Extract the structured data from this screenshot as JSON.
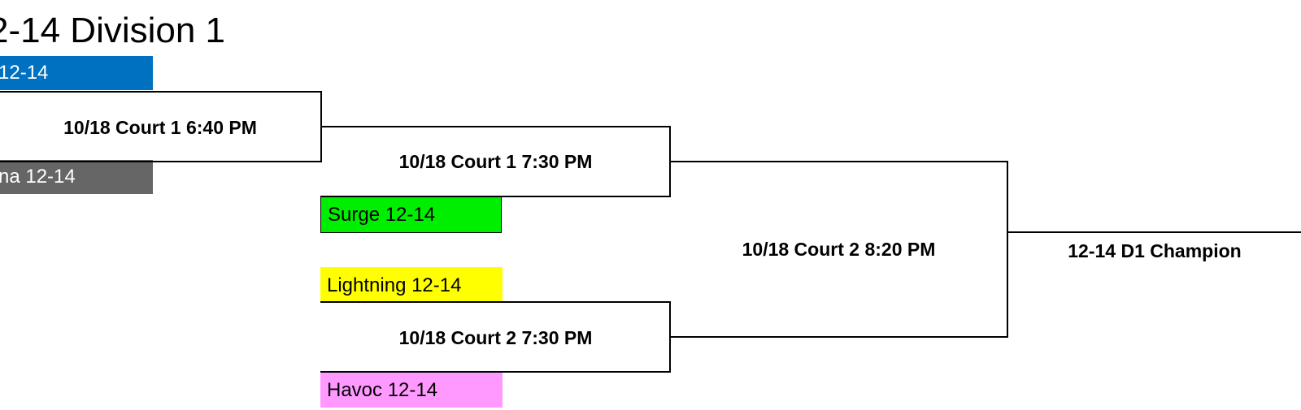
{
  "bracket": {
    "title": "2-14 Division 1",
    "teams": {
      "t1": {
        "name": "12-14",
        "fill": "#0070c0",
        "text_color": "#ffffff"
      },
      "t2": {
        "name": "na 12-14",
        "fill": "#666666",
        "text_color": "#ffffff"
      },
      "t3": {
        "name": "Surge 12-14",
        "fill": "#00ee00",
        "text_color": "#000000"
      },
      "t4": {
        "name": "Lightning 12-14",
        "fill": "#ffff00",
        "text_color": "#000000"
      },
      "t5": {
        "name": "Havoc 12-14",
        "fill": "#ff99ff",
        "text_color": "#000000"
      }
    },
    "games": {
      "g1": "10/18 Court 1 6:40 PM",
      "g2": "10/18 Court 1 7:30 PM",
      "g3": "10/18 Court 2 7:30 PM",
      "g4": "10/18 Court 2 8:20 PM"
    },
    "champion_label": "12-14 D1 Champion",
    "line_color": "#000000"
  }
}
